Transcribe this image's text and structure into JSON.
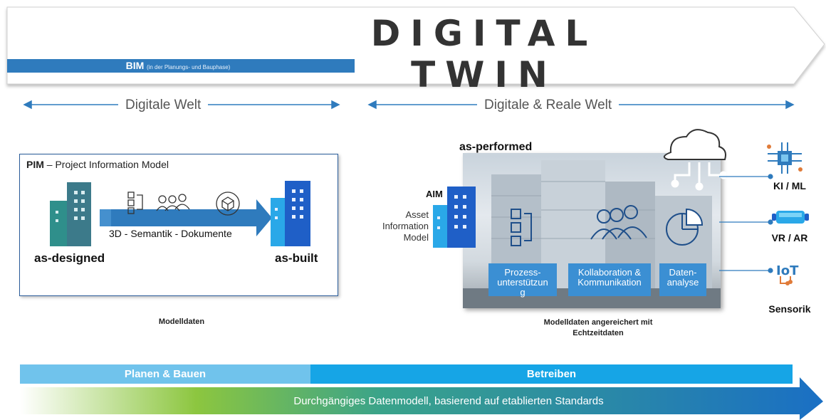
{
  "banner": {
    "title": "DIGITAL TWIN",
    "bim_label": "BIM",
    "bim_note": "(in der Planungs- und Bauphase)"
  },
  "worlds": {
    "left": "Digitale Welt",
    "right": "Digitale & Reale Welt"
  },
  "left_panel": {
    "pim_abbr": "PIM",
    "pim_text": " – Project Information Model",
    "arrow_label": "3D - Semantik - Dokumente",
    "as_designed": "as-designed",
    "as_built": "as-built",
    "caption": "Modelldaten"
  },
  "right_panel": {
    "as_performed": "as-performed",
    "aim_abbr": "AIM",
    "aim_line1": "Asset",
    "aim_line2": "Information",
    "aim_line3": "Model",
    "box1": "Prozess-\nunterstützun\ng",
    "box2": "Kollaboration &\nKommunikation",
    "box3": "Daten-\nanalyse",
    "caption_line1": "Modelldaten angereichert mit",
    "caption_line2": "Echtzeitdaten"
  },
  "tech": {
    "ki": "KI / ML",
    "vr": "VR / AR",
    "sensorik": "Sensorik"
  },
  "bottom": {
    "phase_left": "Planen & Bauen",
    "phase_right": "Betreiben",
    "data_model": "Durchgängiges Datenmodell, basierend auf etablierten Standards"
  },
  "colors": {
    "accent": "#2f7bbd",
    "phase_left": "#70c3ec",
    "phase_right": "#16a5e6",
    "arrow_blue": "#1a6fc4",
    "arrow_green": "#8cc63f"
  }
}
